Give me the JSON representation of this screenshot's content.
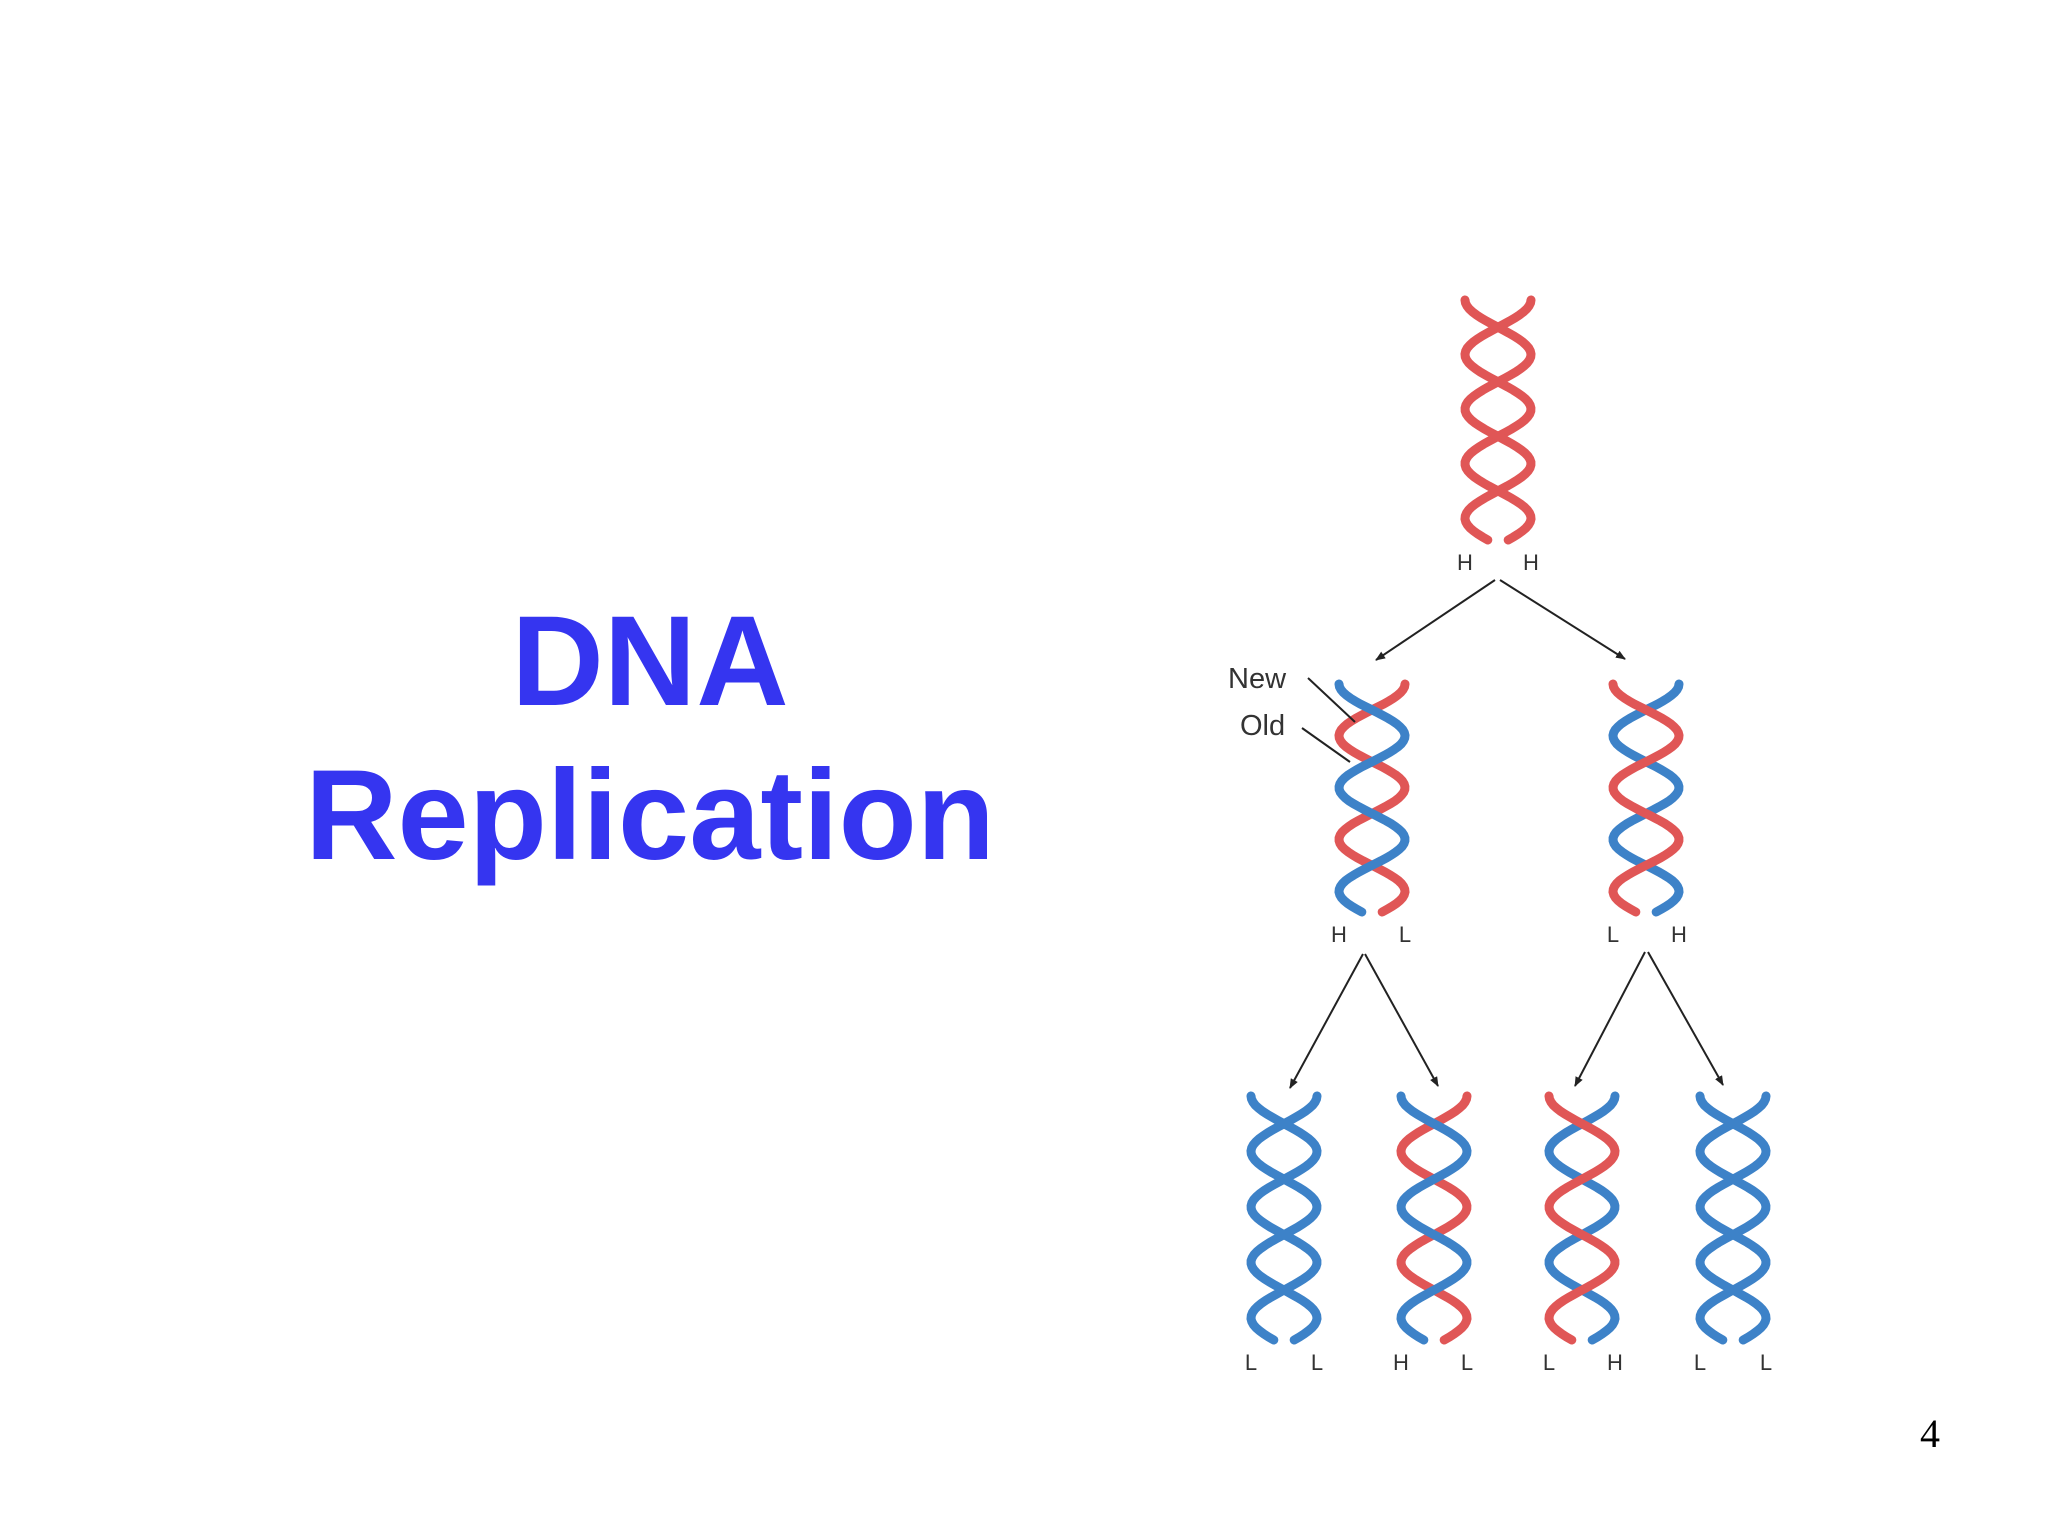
{
  "slide": {
    "title_line1": "DNA",
    "title_line2": "Replication",
    "page_number": "4",
    "title_color": "#3535f0"
  },
  "diagram": {
    "colors": {
      "heavy": "#e05656",
      "light": "#3d82c8",
      "arrow": "#222222"
    },
    "legend": {
      "new_label": "New",
      "old_label": "Old"
    },
    "generations": [
      {
        "molecules": [
          {
            "strands": [
              "H",
              "H"
            ]
          }
        ]
      },
      {
        "molecules": [
          {
            "strands": [
              "H",
              "L"
            ]
          },
          {
            "strands": [
              "L",
              "H"
            ]
          }
        ]
      },
      {
        "molecules": [
          {
            "strands": [
              "L",
              "L"
            ]
          },
          {
            "strands": [
              "H",
              "L"
            ]
          },
          {
            "strands": [
              "L",
              "H"
            ]
          },
          {
            "strands": [
              "L",
              "L"
            ]
          }
        ]
      }
    ]
  }
}
